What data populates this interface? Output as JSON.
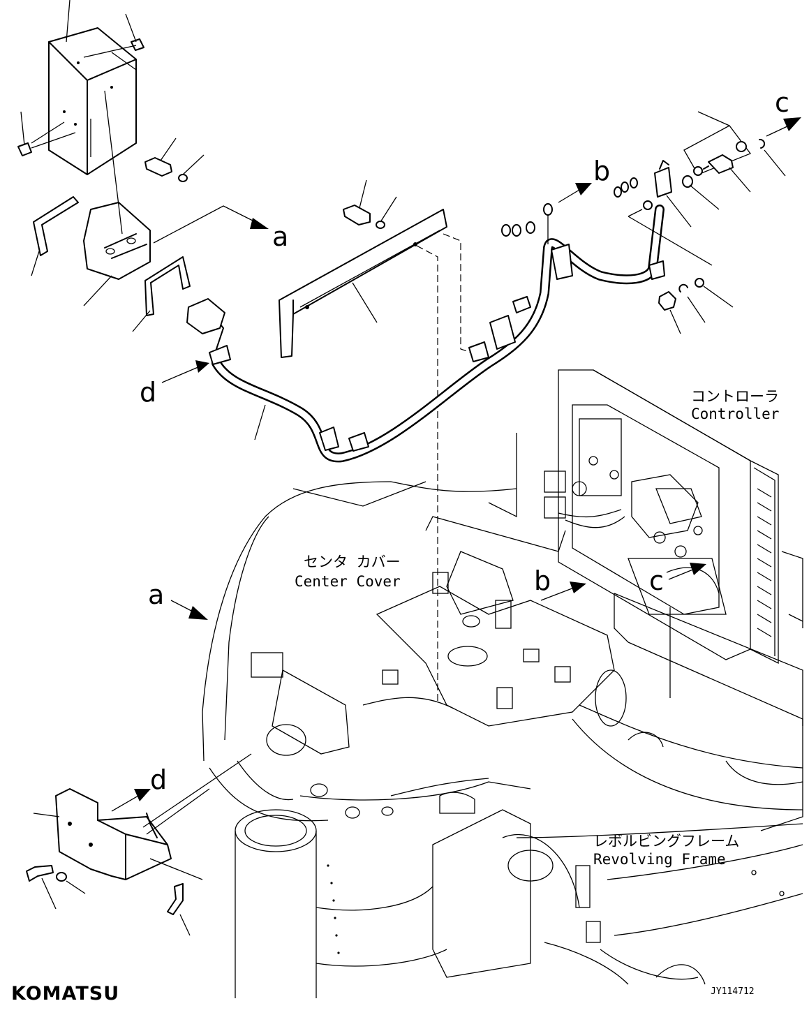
{
  "labels": {
    "controller_ja": "コントローラ",
    "controller_en": "Controller",
    "center_cover_ja": "センタ カバー",
    "center_cover_en": "Center Cover",
    "revolving_frame_ja": "レボルビングフレーム",
    "revolving_frame_en": "Revolving Frame"
  },
  "callouts": {
    "a": "a",
    "b": "b",
    "c": "c",
    "d": "d"
  },
  "footer": {
    "brand": "KOMATSU",
    "drawing_id": "JY114712"
  },
  "colors": {
    "ink": "#000000",
    "paper": "#ffffff"
  }
}
